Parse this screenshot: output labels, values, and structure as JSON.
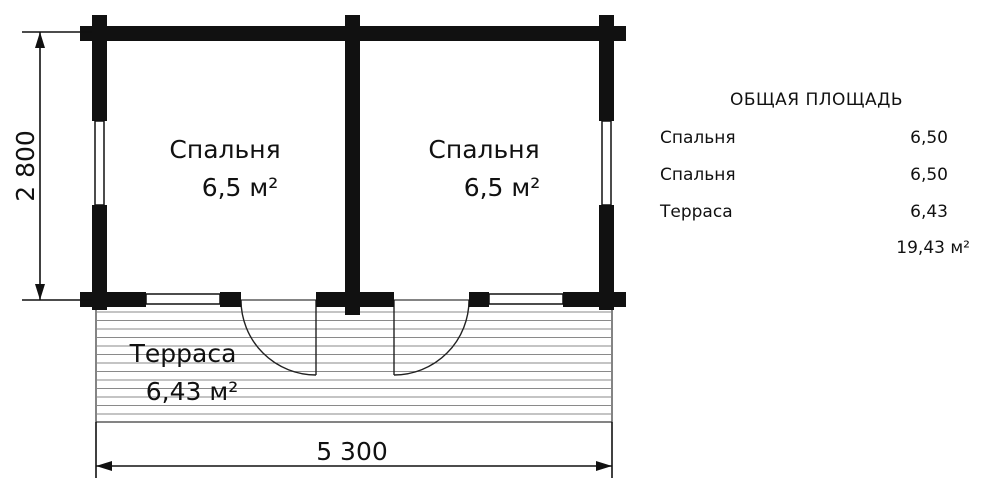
{
  "rooms": [
    {
      "name": "Спальня",
      "area": "6,5 м²"
    },
    {
      "name": "Спальня",
      "area": "6,5 м²"
    },
    {
      "name": "Терраса",
      "area": "6,43 м²"
    }
  ],
  "dimensions": {
    "height": "2 800",
    "width": "5 300"
  },
  "summary": {
    "title": "ОБЩАЯ ПЛОЩАДЬ",
    "rows": [
      {
        "name": "Спальня",
        "value": "6,50"
      },
      {
        "name": "Спальня",
        "value": "6,50"
      },
      {
        "name": "Терраса",
        "value": "6,43"
      }
    ],
    "total": "19,43 м²"
  }
}
